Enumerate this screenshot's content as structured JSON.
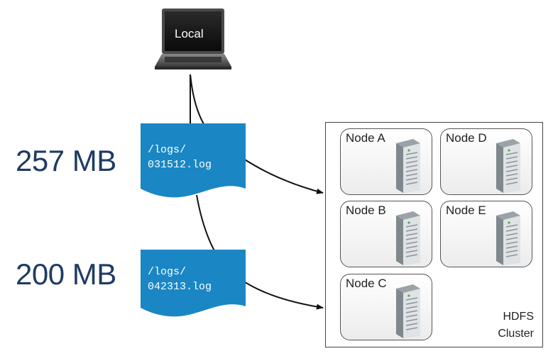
{
  "laptop": {
    "label": "Local"
  },
  "files": [
    {
      "size": "257 MB",
      "path_line1": "/logs/",
      "path_line2": "031512.log"
    },
    {
      "size": "200 MB",
      "path_line1": "/logs/",
      "path_line2": "042313.log"
    }
  ],
  "cluster": {
    "line1": "HDFS",
    "line2": "Cluster",
    "nodes": [
      "Node A",
      "Node D",
      "Node B",
      "Node E",
      "Node C"
    ]
  },
  "colors": {
    "document": "#1a86c4",
    "size_text": "#1f3b63",
    "arrow": "#111111"
  }
}
